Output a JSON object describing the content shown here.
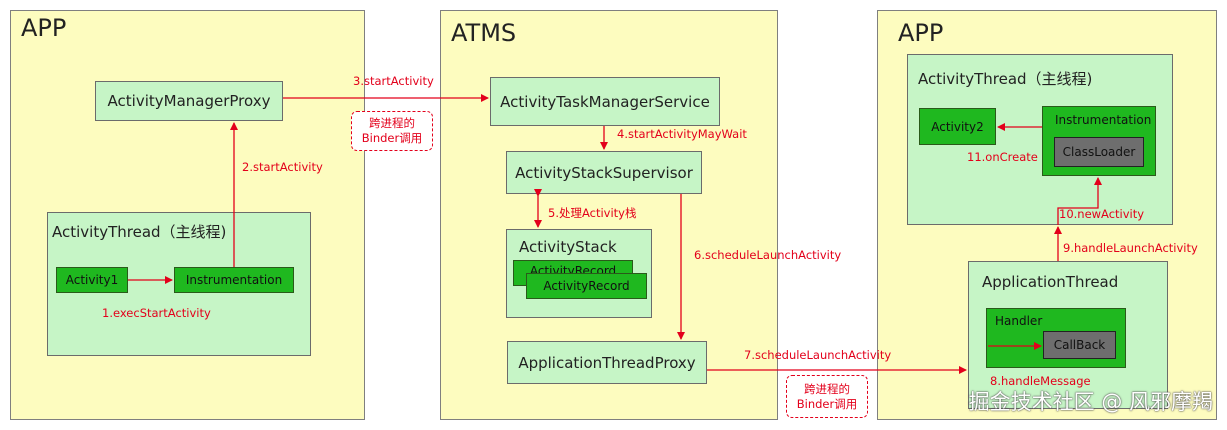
{
  "panels": {
    "left_title": "APP",
    "middle_title": "ATMS",
    "right_title": "APP"
  },
  "left": {
    "activity_manager_proxy": "ActivityManagerProxy",
    "activity_thread_title": "ActivityThread（主线程)",
    "activity1": "Activity1",
    "instrumentation": "Instrumentation"
  },
  "middle": {
    "atms_service": "ActivityTaskManagerService",
    "stack_supervisor": "ActivityStackSupervisor",
    "activity_stack_title": "ActivityStack",
    "activity_record_back": "ActivityRecord",
    "activity_record_front": "ActivityRecord",
    "app_thread_proxy": "ApplicationThreadProxy"
  },
  "right": {
    "activity_thread_title": "ActivityThread（主线程)",
    "activity2": "Activity2",
    "instrumentation": "Instrumentation",
    "class_loader": "ClassLoader",
    "application_thread_title": "ApplicationThread",
    "handler": "Handler",
    "callback": "CallBack"
  },
  "steps": {
    "s1": "1.execStartActivity",
    "s2": "2.startActivity",
    "s3": "3.startActivity",
    "s4": "4.startActivityMayWait",
    "s5": "5.处理Activity栈",
    "s6": "6.scheduleLaunchActivity",
    "s7": "7.scheduleLaunchActivity",
    "s8": "8.handleMessage",
    "s9": "9.handleLaunchActivity",
    "s10": "10.newActivity",
    "s11": "11.onCreate"
  },
  "binder_notes": {
    "top_line1": "跨进程的",
    "top_line2": "Binder调用",
    "bottom_line1": "跨进程的",
    "bottom_line2": "Binder调用"
  },
  "watermark": "掘金技术社区 @ 风邪摩羯",
  "colors": {
    "panel_bg": "#fdfcbf",
    "box_bg": "#c6f5c6",
    "dark_green": "#1fb81f",
    "gray": "#6e6e6e",
    "arrow_red": "#e3001b"
  }
}
